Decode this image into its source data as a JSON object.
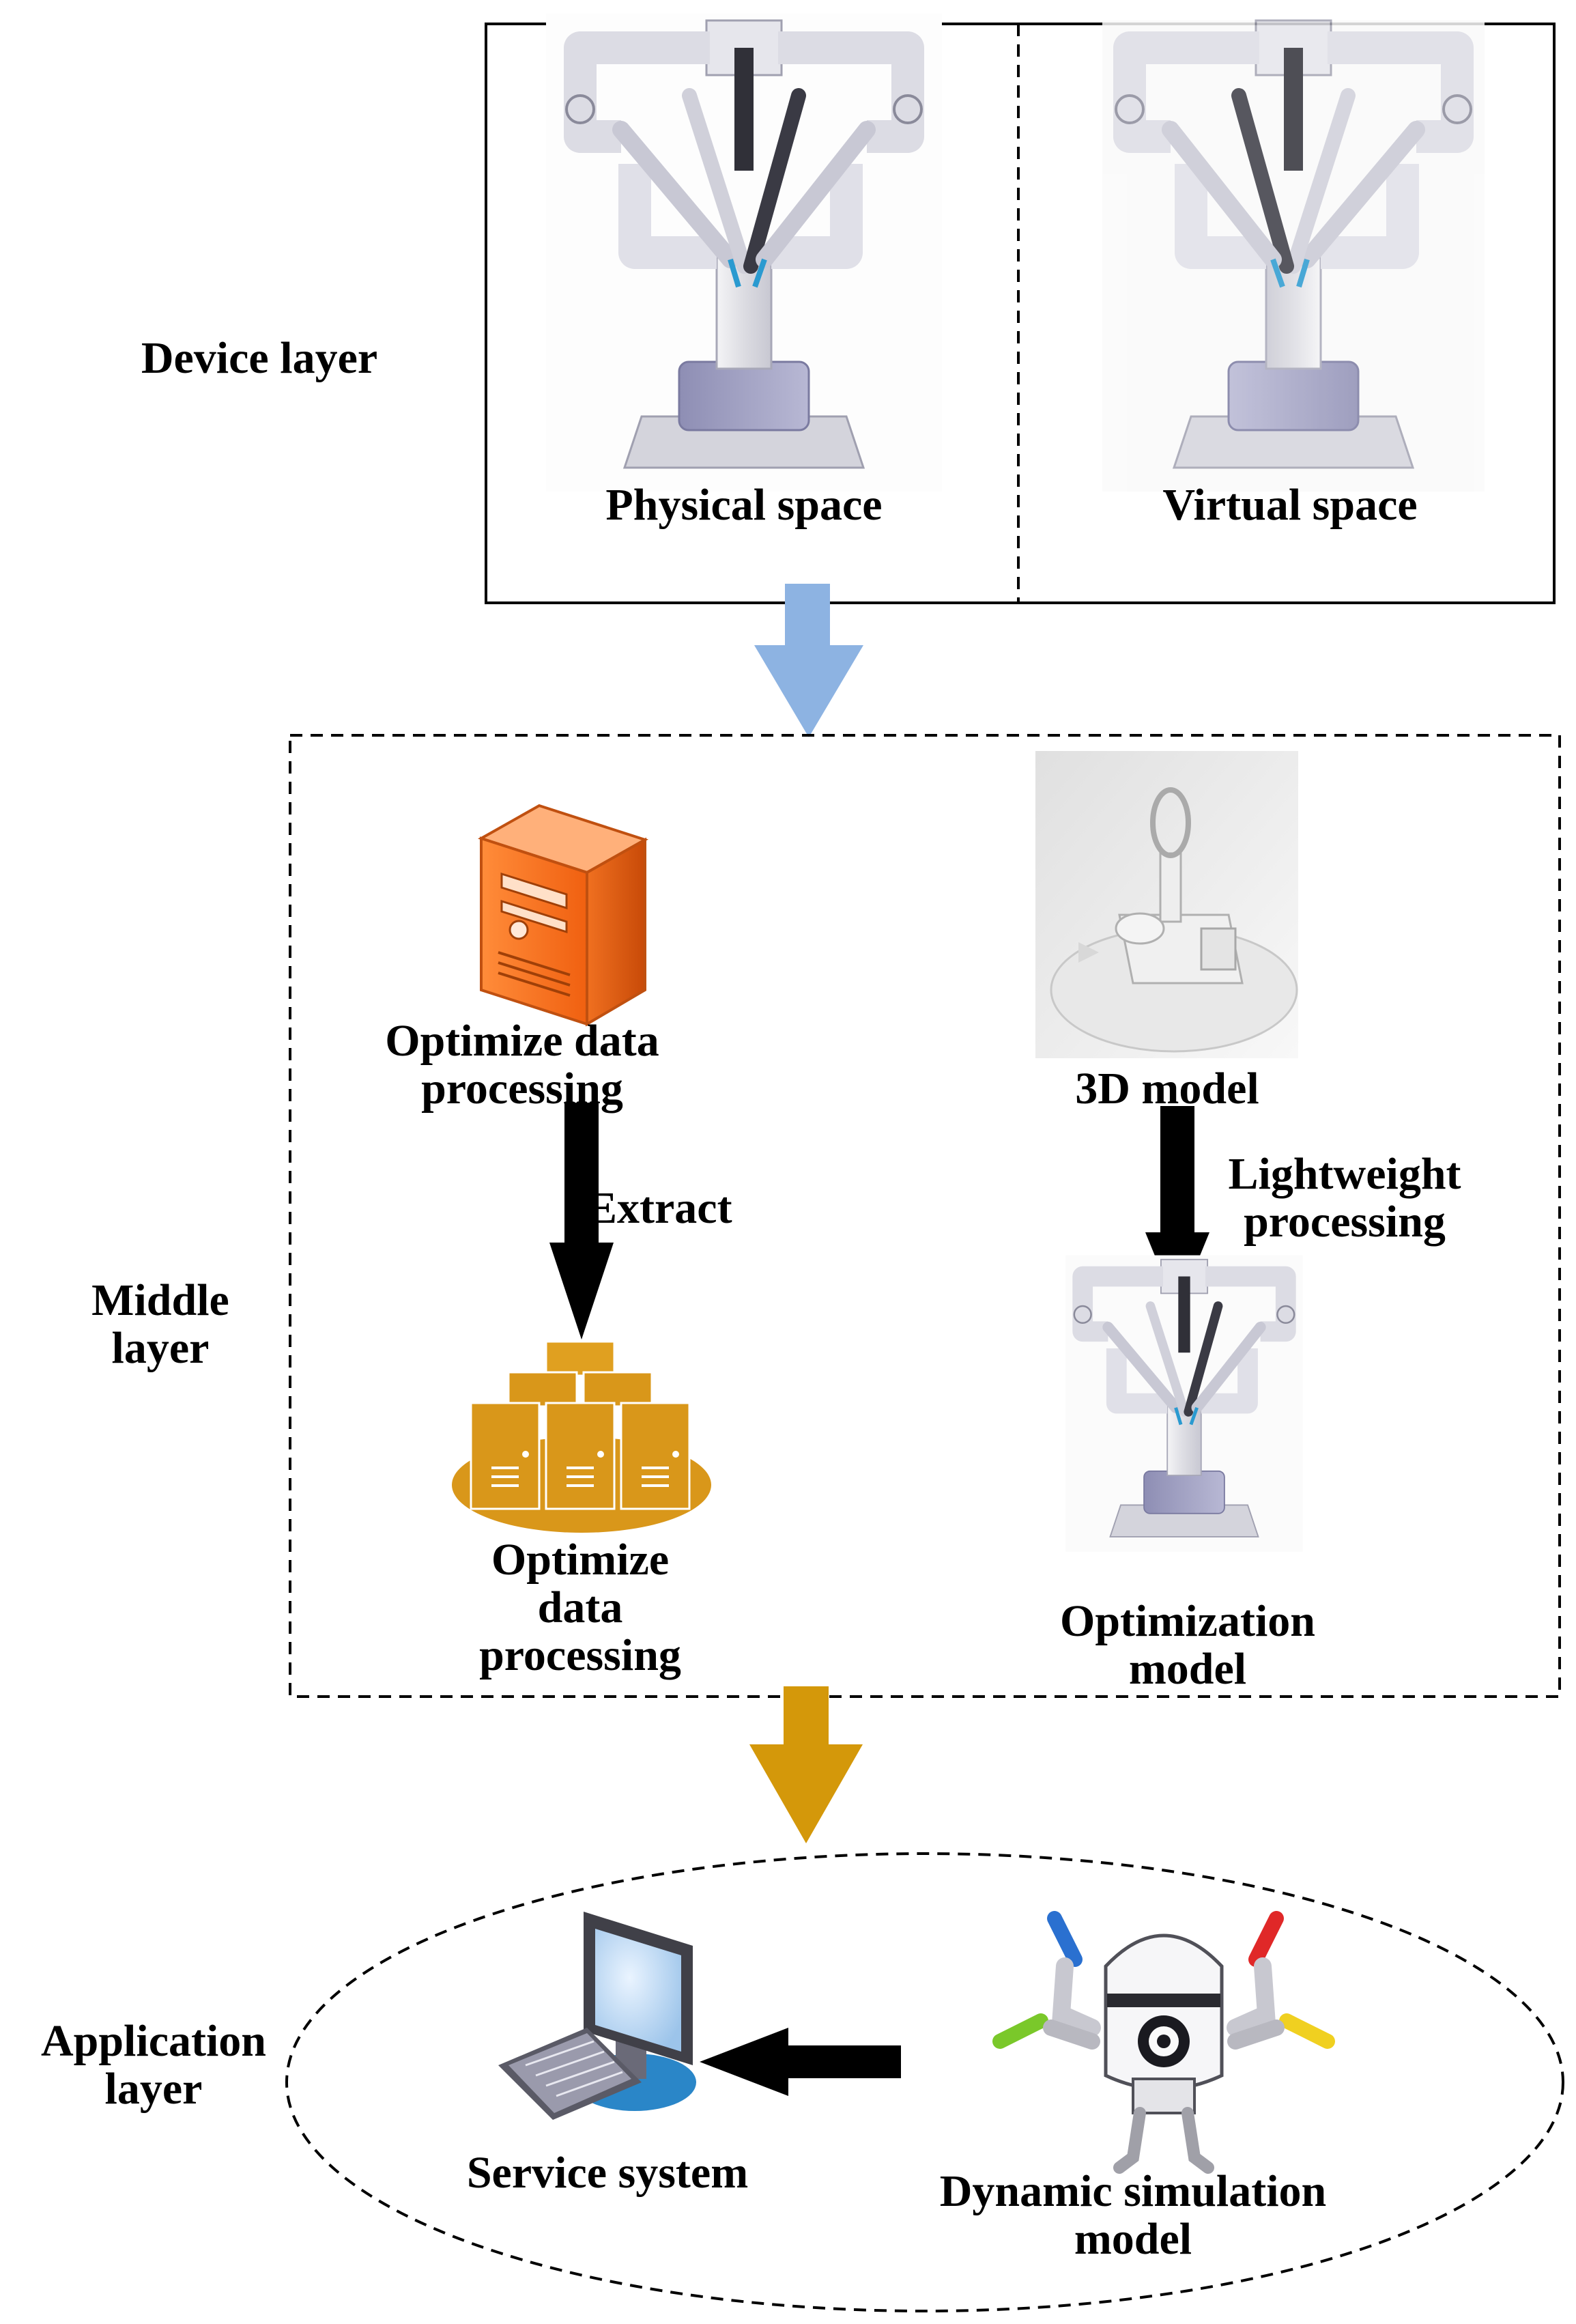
{
  "layers": {
    "device": {
      "title": "Device layer",
      "physical_label": "Physical space",
      "virtual_label": "Virtual space"
    },
    "middle": {
      "title_line1": "Middle",
      "title_line2": "layer",
      "server_label_line1": "Optimize data",
      "server_label_line2": "processing",
      "model3d_label": "3D model",
      "extract_label": "Extract",
      "lightweight_line1": "Lightweight",
      "lightweight_line2": "processing",
      "cluster_label_line1": "Optimize",
      "cluster_label_line2": "data",
      "cluster_label_line3": "processing",
      "optimization_label_line1": "Optimization",
      "optimization_label_line2": "model"
    },
    "application": {
      "title_line1": "Application",
      "title_line2": "layer",
      "service_label": "Service system",
      "dynamic_label_line1": "Dynamic simulation",
      "dynamic_label_line2": "model"
    }
  },
  "colors": {
    "arrow_blue": "#8db3e2",
    "arrow_gold": "#d4980a",
    "server_orange": "#f26b1d",
    "cluster_gold": "#d9971a",
    "robot_gray": "#d8d8e0",
    "robot_base": "#a8a8c8"
  },
  "icons": {
    "physical": "surgical-robot-icon",
    "virtual": "surgical-robot-icon",
    "server": "server-tower-icon",
    "model3d": "3d-render-icon",
    "cluster": "server-cluster-icon",
    "optimization": "surgical-robot-icon",
    "service": "computer-workstation-icon",
    "dynamic": "humanoid-robot-icon"
  }
}
